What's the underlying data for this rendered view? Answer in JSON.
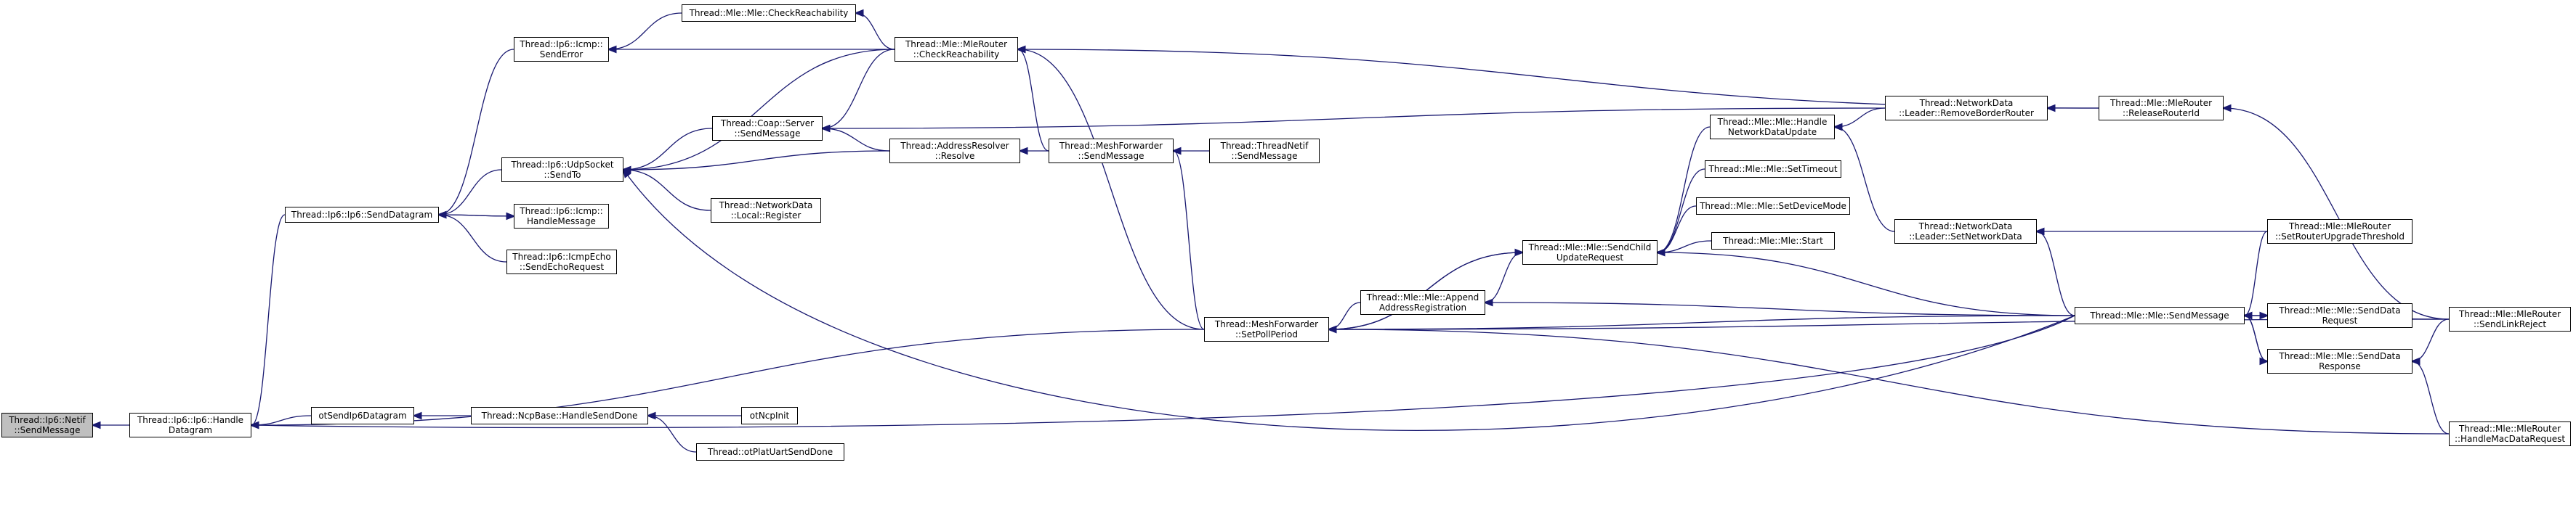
{
  "nodes": [
    {
      "id": "root",
      "lines": [
        "Thread::Ip6::Netif",
        "::SendMessage"
      ],
      "root": true
    },
    {
      "id": "ip6HandleDatagram",
      "lines": [
        "Thread::Ip6::Ip6::Handle",
        "Datagram"
      ]
    },
    {
      "id": "ip6SendDatagram",
      "lines": [
        "Thread::Ip6::Ip6::SendDatagram"
      ]
    },
    {
      "id": "otSendIp6Datagram",
      "lines": [
        "otSendIp6Datagram"
      ]
    },
    {
      "id": "icmpSendError",
      "lines": [
        "Thread::Ip6::Icmp::",
        "SendError"
      ]
    },
    {
      "id": "udpSendTo",
      "lines": [
        "Thread::Ip6::UdpSocket",
        "::SendTo"
      ]
    },
    {
      "id": "icmpHandleMessage",
      "lines": [
        "Thread::Ip6::Icmp::",
        "HandleMessage"
      ]
    },
    {
      "id": "icmpEchoSend",
      "lines": [
        "Thread::Ip6::IcmpEcho",
        "::SendEchoRequest"
      ]
    },
    {
      "id": "ncpHandleSendDone",
      "lines": [
        "Thread::NcpBase::HandleSendDone"
      ]
    },
    {
      "id": "otNcpInit",
      "lines": [
        "otNcpInit"
      ]
    },
    {
      "id": "otPlatUartSendDone",
      "lines": [
        "Thread::otPlatUartSendDone"
      ]
    },
    {
      "id": "mleCheckReach",
      "lines": [
        "Thread::Mle::Mle::CheckReachability"
      ]
    },
    {
      "id": "coapSendMessage",
      "lines": [
        "Thread::Coap::Server",
        "::SendMessage"
      ]
    },
    {
      "id": "netDataLocalRegister",
      "lines": [
        "Thread::NetworkData",
        "::Local::Register"
      ]
    },
    {
      "id": "mleRouterCheckReach",
      "lines": [
        "Thread::Mle::MleRouter",
        "::CheckReachability"
      ]
    },
    {
      "id": "addrResolve",
      "lines": [
        "Thread::AddressResolver",
        "::Resolve"
      ]
    },
    {
      "id": "meshFwdSendMessage",
      "lines": [
        "Thread::MeshForwarder",
        "::SendMessage"
      ]
    },
    {
      "id": "threadNetifSend",
      "lines": [
        "Thread::ThreadNetif",
        "::SendMessage"
      ]
    },
    {
      "id": "meshFwdSetPoll",
      "lines": [
        "Thread::MeshForwarder",
        "::SetPollPeriod"
      ]
    },
    {
      "id": "mleAppendAddrReg",
      "lines": [
        "Thread::Mle::Mle::Append",
        "AddressRegistration"
      ]
    },
    {
      "id": "mleSendChildUpdate",
      "lines": [
        "Thread::Mle::Mle::SendChild",
        "UpdateRequest"
      ]
    },
    {
      "id": "mleHandleNetDataUpdate",
      "lines": [
        "Thread::Mle::Mle::Handle",
        "NetworkDataUpdate"
      ]
    },
    {
      "id": "mleSetTimeout",
      "lines": [
        "Thread::Mle::Mle::SetTimeout"
      ]
    },
    {
      "id": "mleSetDeviceMode",
      "lines": [
        "Thread::Mle::Mle::SetDeviceMode"
      ]
    },
    {
      "id": "mleStart",
      "lines": [
        "Thread::Mle::Mle::Start"
      ]
    },
    {
      "id": "netDataRemoveBR",
      "lines": [
        "Thread::NetworkData",
        "::Leader::RemoveBorderRouter"
      ]
    },
    {
      "id": "netDataSetNetData",
      "lines": [
        "Thread::NetworkData",
        "::Leader::SetNetworkData"
      ]
    },
    {
      "id": "mleRouterReleaseId",
      "lines": [
        "Thread::Mle::MleRouter",
        "::ReleaseRouterId"
      ]
    },
    {
      "id": "mleSendMessage",
      "lines": [
        "Thread::Mle::Mle::SendMessage"
      ]
    },
    {
      "id": "mleRouterSetThreshold",
      "lines": [
        "Thread::Mle::MleRouter",
        "::SetRouterUpgradeThreshold"
      ]
    },
    {
      "id": "mleSendDataRequest",
      "lines": [
        "Thread::Mle::Mle::SendData",
        "Request"
      ]
    },
    {
      "id": "mleSendDataResponse",
      "lines": [
        "Thread::Mle::Mle::SendData",
        "Response"
      ]
    },
    {
      "id": "mleRouterSendLinkReject",
      "lines": [
        "Thread::Mle::MleRouter",
        "::SendLinkReject"
      ]
    },
    {
      "id": "mleRouterHandleMacData",
      "lines": [
        "Thread::Mle::MleRouter",
        "::HandleMacDataRequest"
      ]
    }
  ]
}
